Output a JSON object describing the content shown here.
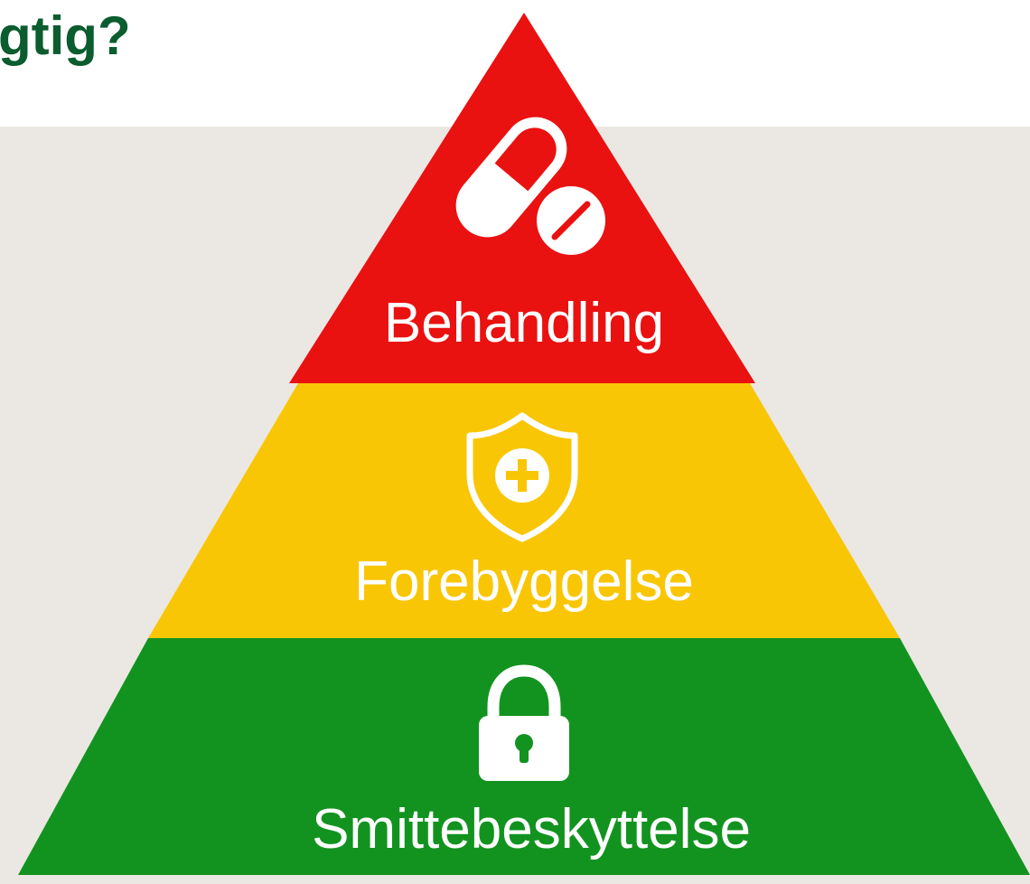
{
  "heading": {
    "text": "gtig?",
    "color": "#0b5c2e"
  },
  "backdrop_color": "#ebe8e3",
  "pyramid": {
    "tiers": [
      {
        "label": "Behandling",
        "icon": "pill-capsule-icon",
        "color": "#ea1111"
      },
      {
        "label": "Forebyggelse",
        "icon": "shield-plus-icon",
        "color": "#f9c605"
      },
      {
        "label": "Smittebeskyttelse",
        "icon": "padlock-icon",
        "color": "#12931f"
      }
    ]
  }
}
